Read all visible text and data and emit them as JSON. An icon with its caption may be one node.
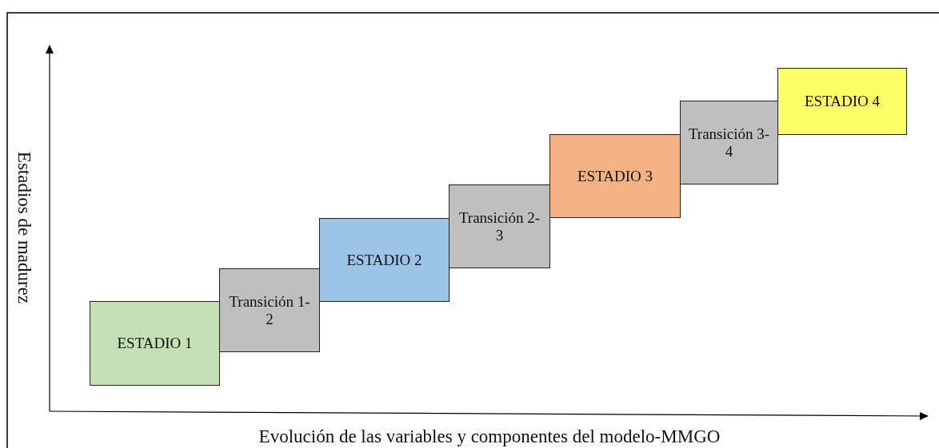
{
  "diagram": {
    "nodes": [
      {
        "text": [
          "ESTADIO 1"
        ]
      },
      {
        "text": [
          "Transición 1-2"
        ]
      },
      {
        "text": [
          "ESTADIO 2"
        ]
      },
      {
        "text": [
          "Transición 2-3"
        ]
      },
      {
        "text": [
          "ESTADIO 3"
        ]
      },
      {
        "text": [
          "Transición 3-4"
        ]
      },
      {
        "text": [
          "ESTADIO 4"
        ]
      }
    ],
    "labels": [
      "Estadios de madurez",
      "Evolución de las variables y componentes del modelo-MMGO"
    ]
  }
}
